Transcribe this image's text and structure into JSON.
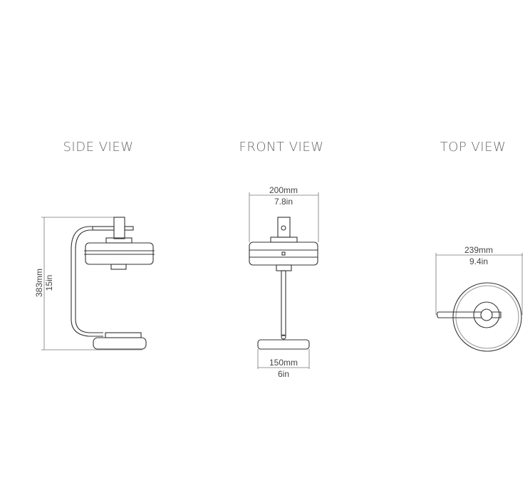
{
  "views": {
    "side": {
      "title": "SIDE VIEW",
      "height_mm": "383mm",
      "height_in": "15in"
    },
    "front": {
      "title": "FRONT VIEW",
      "shade_width_mm": "200mm",
      "shade_width_in": "7.8in",
      "base_width_mm": "150mm",
      "base_width_in": "6in"
    },
    "top": {
      "title": "TOP VIEW",
      "depth_mm": "239mm",
      "depth_in": "9.4in"
    }
  }
}
